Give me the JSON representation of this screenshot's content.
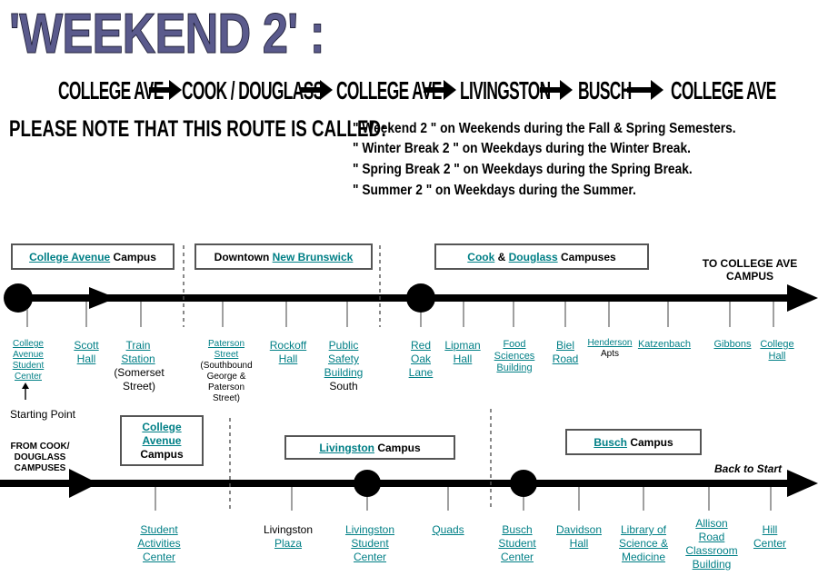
{
  "header": {
    "title": "'WEEKEND 2' :",
    "route": [
      "COLLEGE AVE",
      "COOK / DOUGLASS",
      "COLLEGE AVE",
      "LIVINGSTON",
      "BUSCH",
      "COLLEGE AVE"
    ]
  },
  "note": {
    "label": "PLEASE NOTE THAT THIS ROUTE IS CALLED:",
    "lines": [
      "\" Weekend 2 \" on Weekends during the Fall & Spring Semesters.",
      "\" Winter Break 2 \" on Weekdays during the Winter Break.",
      "\" Spring Break 2 \" on Weekdays during the Spring Break.",
      "\" Summer 2 \" on Weekdays during the Summer."
    ]
  },
  "row1": {
    "campuses": {
      "college_ave": {
        "link": "College Avenue",
        "suffix": " Campus"
      },
      "downtown": {
        "prefix": "Downtown ",
        "link": "New Brunswick"
      },
      "cook": {
        "link1": "Cook",
        "mid": " & ",
        "link2": "Douglass",
        "suffix": " Campuses"
      }
    },
    "to_label": "TO COLLEGE AVE CAMPUS",
    "stops": {
      "cas_center": "College Avenue Student Center",
      "scott_hall": "Scott Hall",
      "train_station": "Train Station",
      "train_station_note": "(Somerset Street)",
      "paterson": "Paterson Street",
      "paterson_note": "(Southbound George & Paterson Street)",
      "rockoff": "Rockoff Hall",
      "public_safety": "Public Safety Building",
      "public_safety_note": "South",
      "red_oak": "Red Oak Lane",
      "lipman": "Lipman Hall",
      "food_sci": "Food Sciences Building",
      "biel": "Biel Road",
      "henderson": "Henderson",
      "henderson_note": "Apts",
      "katzenbach": "Katzenbach",
      "gibbons": "Gibbons",
      "college_hall": "College Hall"
    },
    "starting_point": "Starting Point"
  },
  "row2": {
    "from_label": "FROM COOK/ DOUGLASS CAMPUSES",
    "campuses": {
      "college_ave": {
        "link": "College Avenue",
        "suffix": "Campus"
      },
      "livingston": {
        "link": "Livingston",
        "suffix": " Campus"
      },
      "busch": {
        "link": "Busch",
        "suffix": " Campus"
      }
    },
    "back_label": "Back to Start",
    "stops": {
      "sac": "Student Activities Center",
      "liv_plaza_prefix": "Livingston",
      "liv_plaza": "Plaza",
      "lsc": "Livingston Student Center",
      "quads": "Quads",
      "busch_sc": "Busch Student Center",
      "davidson": "Davidson Hall",
      "library": "Library of Science & Medicine",
      "allison": "Allison Road Classroom Building",
      "hill": "Hill Center"
    }
  }
}
